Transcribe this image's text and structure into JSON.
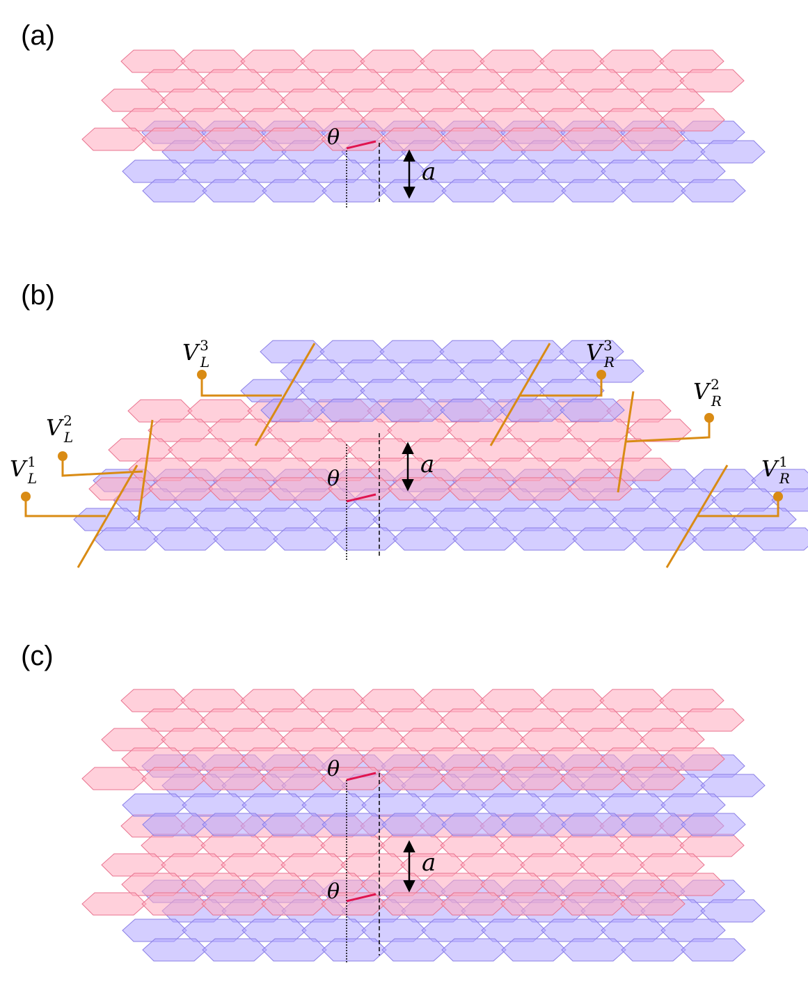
{
  "panels": [
    {
      "label": "(a)",
      "angle_label": "θ",
      "spacing_label": "a",
      "layers": [
        "pink",
        "blue"
      ]
    },
    {
      "label": "(b)",
      "angle_label": "θ",
      "spacing_label": "a",
      "layers": [
        "blue",
        "pink",
        "blue"
      ],
      "leads": [
        {
          "base": "V",
          "sub": "L",
          "sup": "3"
        },
        {
          "base": "V",
          "sub": "R",
          "sup": "3"
        },
        {
          "base": "V",
          "sub": "R",
          "sup": "2"
        },
        {
          "base": "V",
          "sub": "L",
          "sup": "2"
        },
        {
          "base": "V",
          "sub": "L",
          "sup": "1"
        },
        {
          "base": "V",
          "sub": "R",
          "sup": "1"
        }
      ]
    },
    {
      "label": "(c)",
      "angle_labels": [
        "θ",
        "θ"
      ],
      "spacing_label": "a",
      "layers": [
        "pink",
        "blue",
        "pink",
        "blue"
      ]
    }
  ],
  "colors": {
    "blue_layer": "#b0a6ff",
    "pink_layer": "#ffaabe",
    "lead": "#d98b14",
    "twist_marker": "#e0144f"
  }
}
